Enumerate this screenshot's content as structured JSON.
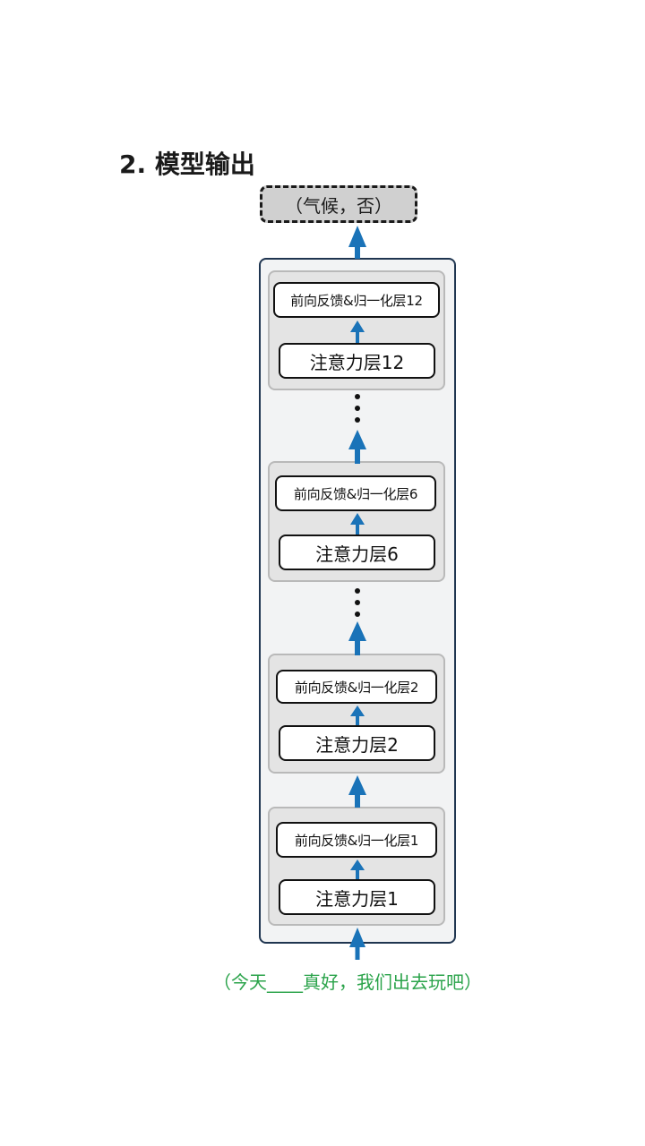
{
  "title": "2. 模型输出",
  "output": "（气候，否）",
  "input": "（今天____真好，我们出去玩吧）",
  "layers": [
    {
      "ffn": "前向反馈&归一化层12",
      "attention": "注意力层12"
    },
    {
      "ffn": "前向反馈&归一化层6",
      "attention": "注意力层6"
    },
    {
      "ffn": "前向反馈&归一化层2",
      "attention": "注意力层2"
    },
    {
      "ffn": "前向反馈&归一化层1",
      "attention": "注意力层1"
    }
  ],
  "colors": {
    "arrow": "#1a73b8",
    "input_text": "#2aa34a",
    "outer_border": "#1f3550",
    "group_fill": "#e4e4e4",
    "output_fill": "#d0d0d0"
  }
}
